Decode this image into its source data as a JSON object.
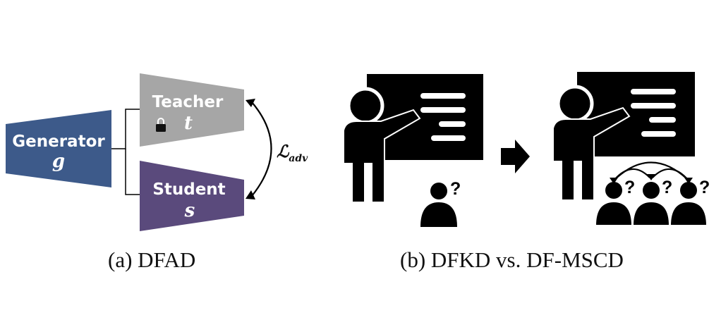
{
  "panel_a": {
    "generator": {
      "label": "Generator",
      "symbol": "g",
      "color": "#3d5a8a"
    },
    "teacher": {
      "label": "Teacher",
      "symbol": "t",
      "color": "#a6a6a6",
      "icon": "lock-icon"
    },
    "student": {
      "label": "Student",
      "symbol": "s",
      "color": "#5a4a7c"
    },
    "loss": {
      "symbol": "ℒ",
      "subscript": "adv"
    },
    "caption": "(a) DFAD"
  },
  "panel_b": {
    "left_scene": {
      "icons": [
        "teacher-presenting-icon",
        "board-icon",
        "student-icon"
      ],
      "question": "?"
    },
    "arrow": "right-arrow-icon",
    "right_scene": {
      "icons": [
        "teacher-presenting-icon",
        "board-icon",
        "student-group-icon"
      ],
      "questions": [
        "?",
        "?",
        "?"
      ]
    },
    "caption": "(b) DFKD vs. DF-MSCD"
  }
}
